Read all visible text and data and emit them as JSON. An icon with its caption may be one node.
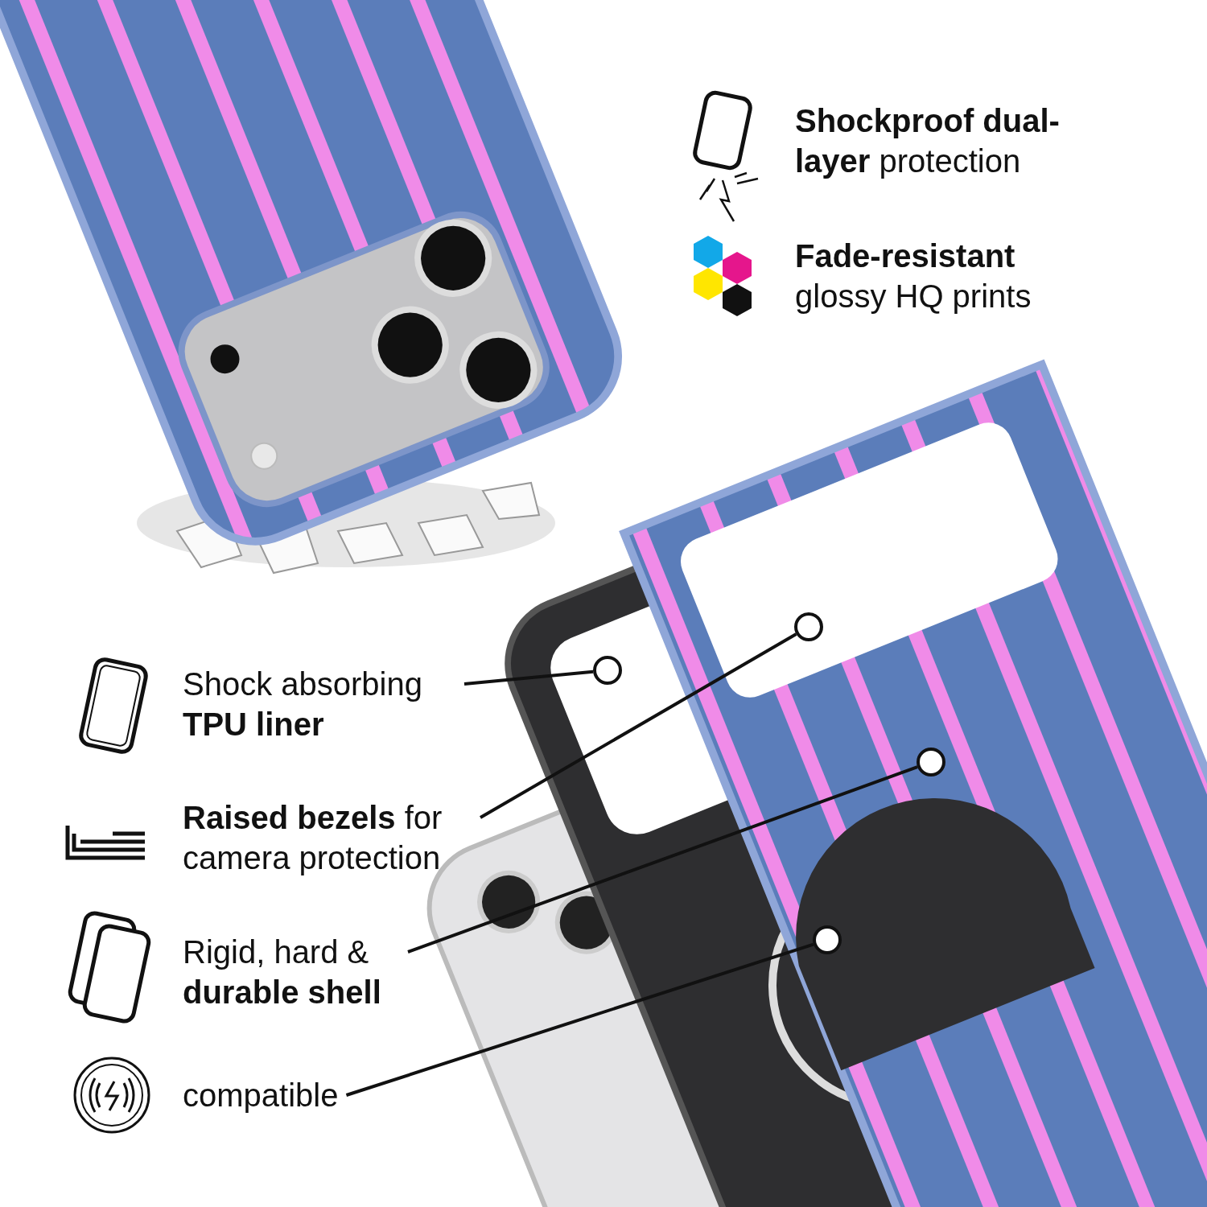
{
  "diagram": {
    "nodes": [
      {
        "text": [
          "Shock absorbing **TPU liner**"
        ]
      },
      {
        "text": [
          "**Raised bezels** for camera protection"
        ]
      },
      {
        "text": [
          "Rigid, hard & **durable shell**"
        ]
      },
      {
        "text": [
          "compatible"
        ]
      },
      {
        "text": [],
        "shape": "circle"
      },
      {
        "text": [],
        "shape": "circle"
      },
      {
        "text": [],
        "shape": "circle"
      },
      {
        "text": [],
        "shape": "circle"
      }
    ],
    "edges": [
      {
        "from": 0,
        "to": 5,
        "arrow": "none"
      },
      {
        "from": 1,
        "to": 4,
        "arrow": "none"
      },
      {
        "from": 2,
        "to": 6,
        "arrow": "none"
      },
      {
        "from": 3,
        "to": 7,
        "arrow": "none"
      }
    ],
    "labels": [
      "**Shockproof dual-layer** protection",
      "**Fade-resistant** glossy HQ prints"
    ]
  }
}
